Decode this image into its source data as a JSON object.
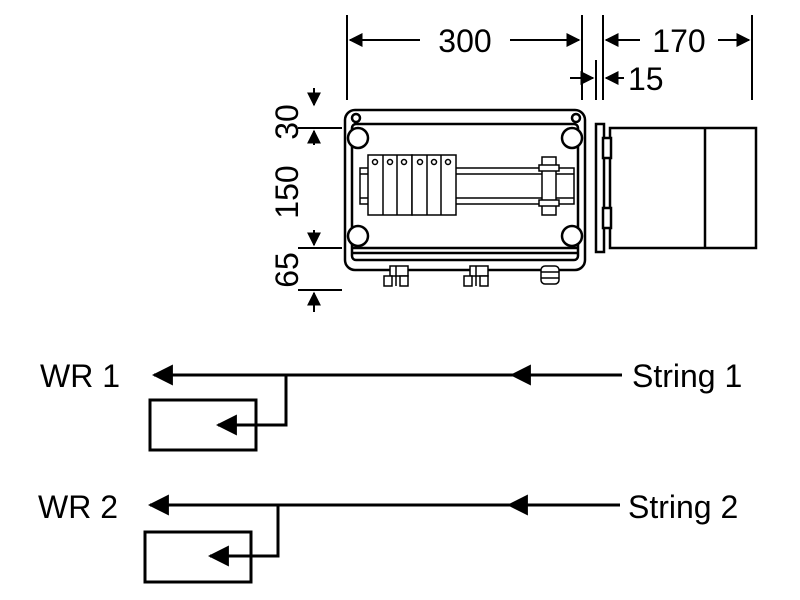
{
  "dimensions": {
    "width": "300",
    "depth": "170",
    "offset": "15",
    "top": "30",
    "middle": "150",
    "bottom": "65"
  },
  "wiring": [
    {
      "inverter_label": "WR 1",
      "string_label": "String 1"
    },
    {
      "inverter_label": "WR 2",
      "string_label": "String 2"
    }
  ],
  "colors": {
    "line": "#000000",
    "enclosure_fill": "#ffffff"
  }
}
